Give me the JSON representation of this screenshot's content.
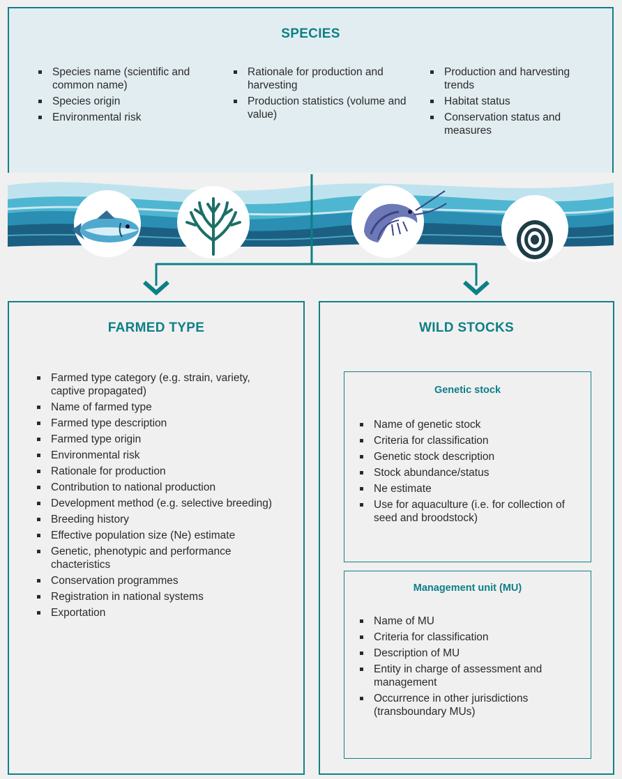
{
  "species": {
    "title": "SPECIES",
    "col1": [
      "Species name  (scientific and common name)",
      "Species origin",
      "Environmental risk"
    ],
    "col2": [
      "Rationale for production and harvesting",
      "Production statistics (volume and value)"
    ],
    "col3": [
      "Production and harvesting trends",
      "Habitat status",
      "Conservation status and measures"
    ]
  },
  "icons": [
    "fish-icon",
    "seaweed-icon",
    "shrimp-icon",
    "oyster-icon"
  ],
  "farmed": {
    "title": "FARMED TYPE",
    "items": [
      "Farmed type category (e.g. strain, variety, captive propagated)",
      "Name of farmed type",
      "Farmed type description",
      "Farmed type origin",
      "Environmental risk",
      "Rationale for production",
      "Contribution to national production",
      "Development method (e.g. selective breeding)",
      "Breeding history",
      "Effective population size (Ne) estimate",
      "Genetic, phenotypic and performance chacteristics",
      "Conservation programmes",
      "Registration in national systems",
      "Exportation"
    ]
  },
  "wild": {
    "title": "WILD STOCKS",
    "genetic": {
      "title": "Genetic stock",
      "items": [
        "Name of genetic stock",
        "Criteria for classification",
        "Genetic stock description",
        "Stock abundance/status",
        "Ne estimate",
        "Use for aquaculture (i.e. for collection of seed and broodstock)"
      ]
    },
    "mu": {
      "title": "Management unit (MU)",
      "items": [
        "Name of MU",
        "Criteria for classification",
        "Description of MU",
        "Entity in charge of assessment and management",
        "Occurrence in other jurisdictions (transboundary MUs)"
      ]
    }
  },
  "colors": {
    "accent": "#0d7f86",
    "panel": "#e2edf1",
    "background": "#f0f0f0"
  }
}
